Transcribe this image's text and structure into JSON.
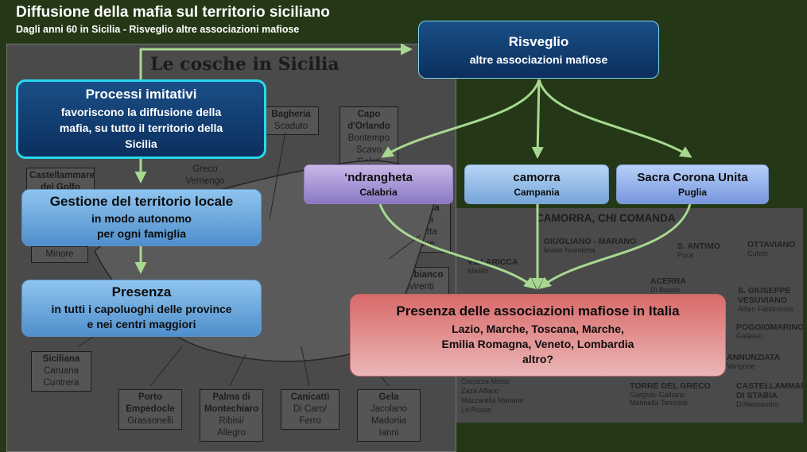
{
  "header": {
    "title": "Diffusione della mafia sul territorio siciliano",
    "subtitle": "Dagli anni 60 in Sicilia - Risveglio altre associazioni mafiose"
  },
  "map_sicily": {
    "heading": "Le cosche in Sicilia",
    "boxes": [
      {
        "name": "Bagheria",
        "text": "Scaduto"
      },
      {
        "name": "Capo\nd'Orlando",
        "text": "Bontempo\nScavo\nGalati"
      },
      {
        "name": "Castellammare\ndel Golfo",
        "text": ""
      },
      {
        "name": "",
        "text": "Greco\nVernengo"
      },
      {
        "name": "Messina",
        "text": "Costa\nGalletta\nMilone"
      },
      {
        "name": "",
        "text": "Minore"
      },
      {
        "name": "Misterbianco",
        "text": "Pulvirenti"
      },
      {
        "name": "Siciliana",
        "text": "Caruana\nCuntrera"
      },
      {
        "name": "Porto\nEmpedocle",
        "text": "Grassonelli"
      },
      {
        "name": "Palma di\nMontechiaro",
        "text": "Ribisi/\nAllegro"
      },
      {
        "name": "Canicattì",
        "text": "Di Caro/\nFerro"
      },
      {
        "name": "Gela",
        "text": "Jacolano\nMadonia\nIanni"
      }
    ]
  },
  "map_campania": {
    "heading": "CAMORRA, CHI COMANDA",
    "places": [
      {
        "name": "GIUGLIANO - MARANO",
        "clans": "Ievine   Nuvoletta"
      },
      {
        "name": "VILLARICCA",
        "clans": "Maisto"
      },
      {
        "name": "S. ANTIMO",
        "clans": "Puca"
      },
      {
        "name": "OTTAVIANO",
        "clans": "Cutolo"
      },
      {
        "name": "ACERRA",
        "clans": "Di Buono"
      },
      {
        "name": "S. GIUSEPPE\nVESUVIANO",
        "clans": "Alfieri   Fabbrocino"
      },
      {
        "name": "POGGIOMARINO",
        "clans": "Galasso"
      },
      {
        "name": "ANNUNZIATA",
        "clans": "Vangone"
      },
      {
        "name": "TORRE DEL GRECO",
        "clans": "Gargiulo   Galliano\nMennella   Tancredi"
      },
      {
        "name": "CASTELLAMMARE\nDI STABIA",
        "clans": "D'Alessandro"
      },
      {
        "name": "",
        "clans": "Cocozza   Misso\nZaza   Alfano\nMazzarella   Mariano\nLo Russo"
      }
    ]
  },
  "diagram": {
    "risveglio": {
      "title": "Risveglio",
      "text": "altre associazioni mafiose"
    },
    "processi": {
      "title": "Processi imitativi",
      "text": "favoriscono la diffusione della\nmafia, su tutto il territorio della\nSicilia"
    },
    "gestione": {
      "title": "Gestione del territorio locale",
      "text": "in modo autonomo\nper ogni famiglia"
    },
    "presenza": {
      "title": "Presenza",
      "text": "in tutti i capoluoghi delle province\ne nei centri maggiori"
    },
    "ndrangheta": {
      "title": "‘ndrangheta",
      "text": "Calabria"
    },
    "camorra": {
      "title": "camorra",
      "text": "Campania"
    },
    "sacra": {
      "title": "Sacra Corona Unita",
      "text": "Puglia"
    },
    "italia": {
      "title": "Presenza delle associazioni mafiose in Italia",
      "text": "Lazio, Marche, Toscana, Marche,\nEmilia Romagna, Veneto, Lombardia\naltro?"
    }
  },
  "colors": {
    "background": "#243817",
    "arrow": "#a8d890",
    "dark_box": "#0b2f5e",
    "highlight_border": "#28d8ee",
    "italia_box": "#d96a6a"
  }
}
